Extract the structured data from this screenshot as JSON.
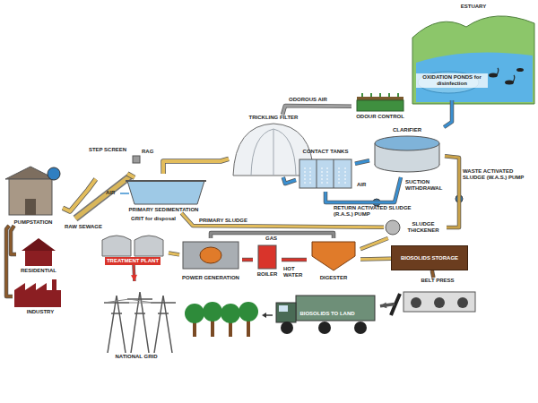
{
  "diagram": {
    "nodes": [
      {
        "text": [
          "RESIDENTIAL"
        ]
      },
      {
        "text": [
          "INDUSTRY"
        ]
      },
      {
        "text": [
          "PUMPSTATION"
        ]
      },
      {
        "text": [
          "STEP SCREEN"
        ]
      },
      {
        "text": [
          "PRIMARY SEDIMENTATION"
        ]
      },
      {
        "text": [
          "TRICKLING FILTER"
        ]
      },
      {
        "text": [
          "ODOUR CONTROL"
        ]
      },
      {
        "text": [
          "CONTACT TANKS"
        ]
      },
      {
        "text": [
          "CLARIFIER"
        ]
      },
      {
        "text": [
          "ESTUARY"
        ]
      },
      {
        "text": [
          "OXIDATION PONDS for disinfection"
        ],
        "in": 9
      },
      {
        "text": [
          "SLUDGE THICKENER"
        ]
      },
      {
        "text": [
          "TREATMENT PLANT"
        ]
      },
      {
        "text": [
          "POWER GENERATION"
        ]
      },
      {
        "text": [
          "BOILER"
        ]
      },
      {
        "text": [
          "DIGESTER"
        ]
      },
      {
        "text": [
          "BIOSOLIDS STORAGE"
        ]
      },
      {
        "text": [
          "BELT PRESS"
        ]
      },
      {
        "text": [
          "NATIONAL GRID"
        ]
      },
      {
        "text": [
          "BIOSOLIDS TO LAND"
        ]
      }
    ],
    "edges": [
      {
        "from": 0,
        "to": 2,
        "arrow": "none"
      },
      {
        "from": 1,
        "to": 2,
        "arrow": "none"
      },
      {
        "from": 2,
        "to": 3,
        "label": "RAW SEWAGE",
        "arrow": "none"
      },
      {
        "from": 3,
        "to": 4,
        "arrow": "none"
      },
      {
        "from": 4,
        "to": 5,
        "arrow": "none"
      },
      {
        "from": 5,
        "to": 7,
        "arrow": "none"
      },
      {
        "from": 7,
        "to": 8,
        "arrow": "none"
      },
      {
        "from": 8,
        "to": 10,
        "arrow": "none"
      },
      {
        "from": 5,
        "to": 6,
        "label": "ODOROUS AIR",
        "arrow": "none"
      },
      {
        "from": 4,
        "to": 11,
        "label": "PRIMARY SLUDGE",
        "arrow": "none"
      },
      {
        "from": 8,
        "to": 11,
        "arrow": "none"
      },
      {
        "from": 8,
        "to": 7,
        "arrow": "none"
      },
      {
        "from": 11,
        "to": 15,
        "arrow": "none"
      },
      {
        "from": 15,
        "to": 13,
        "label": "GAS",
        "arrow": "none"
      },
      {
        "from": 14,
        "to": 15,
        "label": "HOT WATER",
        "arrow": "none"
      },
      {
        "from": 13,
        "to": 14,
        "arrow": "none"
      },
      {
        "from": 15,
        "to": 16,
        "arrow": "none"
      },
      {
        "from": 16,
        "to": 17,
        "arrow": "none"
      },
      {
        "from": 17,
        "to": 19,
        "arrow": "to"
      },
      {
        "from": 12,
        "to": 18,
        "arrow": "to"
      },
      {
        "from": 12,
        "to": 13,
        "arrow": "none"
      }
    ],
    "labels": [
      "RAG",
      "AIR",
      "GRIT for disposal",
      "AIR",
      "SUCTION WITHDRAWAL",
      "WASTE ACTIVATED SLUDGE (W.A.S.) PUMP",
      "RETURN ACTIVATED SLUDGE (R.A.S.) PUMP"
    ]
  }
}
